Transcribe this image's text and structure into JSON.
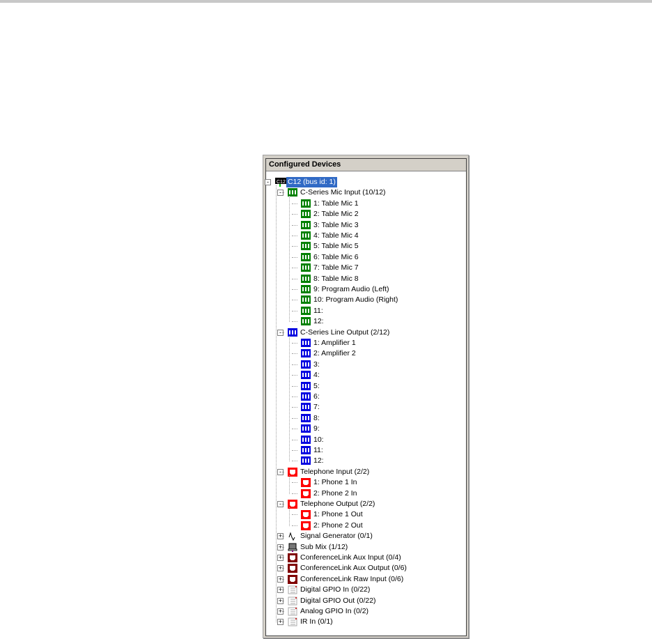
{
  "panel": {
    "title": "Configured Devices"
  },
  "tree": [
    {
      "level": 0,
      "label": "C12 (bus id: 1)",
      "icon": "c12-device-icon",
      "expander": "-",
      "selected": true
    },
    {
      "level": 1,
      "label": "C-Series Mic Input (10/12)",
      "icon": "mic-input-icon",
      "expander": "-"
    },
    {
      "level": 2,
      "label": "1: Table Mic 1",
      "icon": "mic-input-icon"
    },
    {
      "level": 2,
      "label": "2: Table Mic 2",
      "icon": "mic-input-icon"
    },
    {
      "level": 2,
      "label": "3: Table Mic 3",
      "icon": "mic-input-icon"
    },
    {
      "level": 2,
      "label": "4: Table Mic 4",
      "icon": "mic-input-icon"
    },
    {
      "level": 2,
      "label": "5: Table Mic 5",
      "icon": "mic-input-icon"
    },
    {
      "level": 2,
      "label": "6: Table Mic 6",
      "icon": "mic-input-icon"
    },
    {
      "level": 2,
      "label": "7: Table Mic 7",
      "icon": "mic-input-icon"
    },
    {
      "level": 2,
      "label": "8: Table Mic 8",
      "icon": "mic-input-icon"
    },
    {
      "level": 2,
      "label": "9: Program Audio (Left)",
      "icon": "mic-input-icon"
    },
    {
      "level": 2,
      "label": "10: Program Audio (Right)",
      "icon": "mic-input-icon"
    },
    {
      "level": 2,
      "label": "11:",
      "icon": "mic-input-icon"
    },
    {
      "level": 2,
      "label": "12:",
      "icon": "mic-input-icon"
    },
    {
      "level": 1,
      "label": "C-Series Line Output (2/12)",
      "icon": "line-output-icon",
      "expander": "-"
    },
    {
      "level": 2,
      "label": "1: Amplifier 1",
      "icon": "line-output-icon"
    },
    {
      "level": 2,
      "label": "2: Amplifier 2",
      "icon": "line-output-icon"
    },
    {
      "level": 2,
      "label": "3:",
      "icon": "line-output-icon"
    },
    {
      "level": 2,
      "label": "4:",
      "icon": "line-output-icon"
    },
    {
      "level": 2,
      "label": "5:",
      "icon": "line-output-icon"
    },
    {
      "level": 2,
      "label": "6:",
      "icon": "line-output-icon"
    },
    {
      "level": 2,
      "label": "7:",
      "icon": "line-output-icon"
    },
    {
      "level": 2,
      "label": "8:",
      "icon": "line-output-icon"
    },
    {
      "level": 2,
      "label": "9:",
      "icon": "line-output-icon"
    },
    {
      "level": 2,
      "label": "10:",
      "icon": "line-output-icon"
    },
    {
      "level": 2,
      "label": "11:",
      "icon": "line-output-icon"
    },
    {
      "level": 2,
      "label": "12:",
      "icon": "line-output-icon"
    },
    {
      "level": 1,
      "label": "Telephone Input (2/2)",
      "icon": "telephone-icon",
      "expander": "-"
    },
    {
      "level": 2,
      "label": "1: Phone 1 In",
      "icon": "telephone-icon"
    },
    {
      "level": 2,
      "label": "2: Phone 2 In",
      "icon": "telephone-icon"
    },
    {
      "level": 1,
      "label": "Telephone Output (2/2)",
      "icon": "telephone-icon",
      "expander": "-"
    },
    {
      "level": 2,
      "label": "1: Phone 1 Out",
      "icon": "telephone-icon"
    },
    {
      "level": 2,
      "label": "2: Phone 2 Out",
      "icon": "telephone-icon"
    },
    {
      "level": 1,
      "label": "Signal Generator (0/1)",
      "icon": "signal-generator-icon",
      "expander": "+"
    },
    {
      "level": 1,
      "label": "Sub Mix (1/12)",
      "icon": "sub-mix-icon",
      "expander": "+"
    },
    {
      "level": 1,
      "label": "ConferenceLink Aux Input (0/4)",
      "icon": "conferencelink-icon",
      "expander": "+"
    },
    {
      "level": 1,
      "label": "ConferenceLink Aux Output (0/6)",
      "icon": "conferencelink-icon",
      "expander": "+"
    },
    {
      "level": 1,
      "label": "ConferenceLink Raw Input (0/6)",
      "icon": "conferencelink-icon",
      "expander": "+"
    },
    {
      "level": 1,
      "label": "Digital GPIO In (0/22)",
      "icon": "gpio-icon",
      "expander": "+"
    },
    {
      "level": 1,
      "label": "Digital GPIO Out (0/22)",
      "icon": "gpio-icon",
      "expander": "+"
    },
    {
      "level": 1,
      "label": "Analog GPIO In (0/2)",
      "icon": "gpio-icon",
      "expander": "+"
    },
    {
      "level": 1,
      "label": "IR In (0/1)",
      "icon": "gpio-icon",
      "expander": "+"
    }
  ],
  "colors": {
    "mic": "#008000",
    "line": "#0000e0",
    "phone": "#ff0000",
    "conflink": "#800000",
    "selection": "#316ac5"
  }
}
